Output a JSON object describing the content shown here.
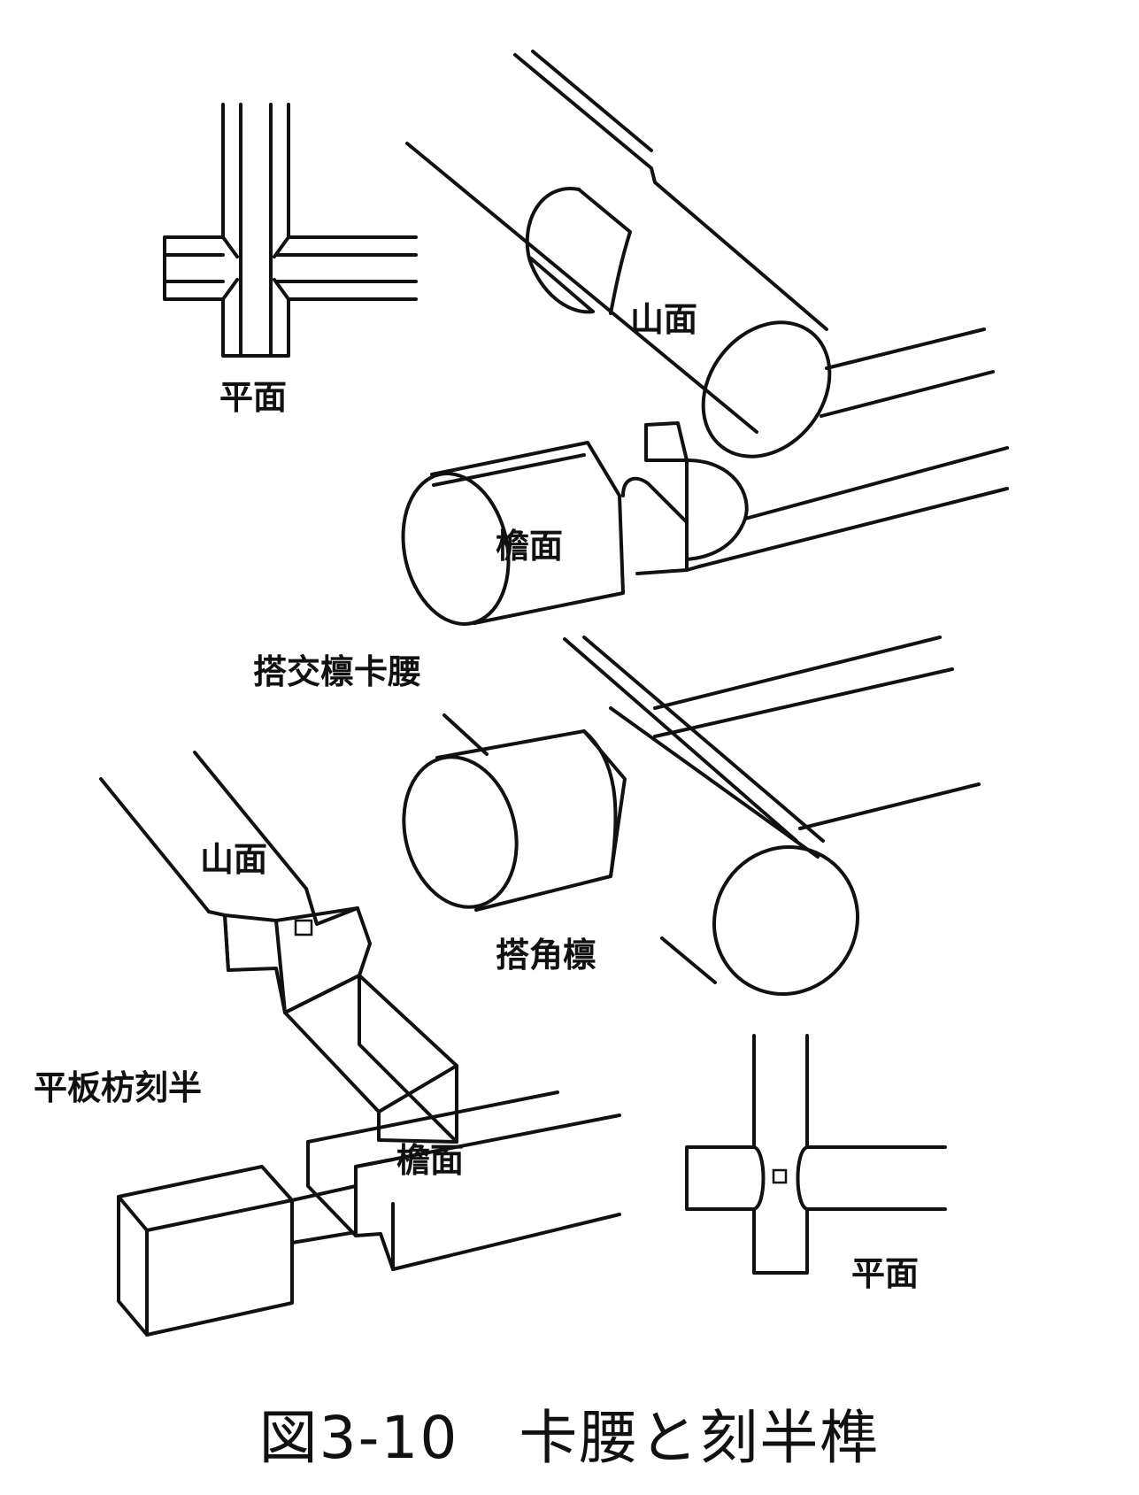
{
  "caption": "図3-10　卡腰と刻半榫",
  "labels": {
    "plan_top": "平面",
    "yamamen_top": "山面",
    "senmen_top": "檐面",
    "joint_1_name": "搭交檩卡腰",
    "yamamen_bottom": "山面",
    "joint_2_name": "搭角檩",
    "joint_3_name": "平板枋刻半",
    "senmen_bottom": "檐面",
    "plan_bottom": "平面"
  }
}
